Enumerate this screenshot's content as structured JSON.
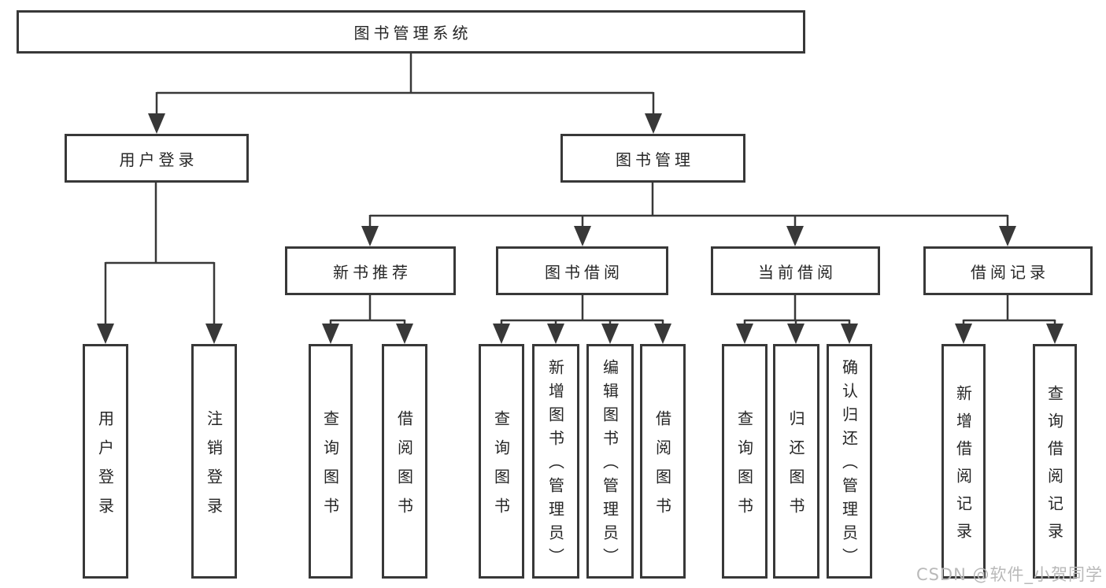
{
  "colors": {
    "line": "#383838",
    "text": "#262626",
    "box_background": "#ffffff",
    "watermark": "#b9b9b9"
  },
  "diagram": {
    "root": {
      "label": "图书管理系统"
    },
    "branches": [
      {
        "label": "用户登录",
        "children": [
          {
            "label": "用户登录"
          },
          {
            "label": "注销登录"
          }
        ]
      },
      {
        "label": "图书管理",
        "children": [
          {
            "label": "新书推荐",
            "children": [
              {
                "label": "查询图书"
              },
              {
                "label": "借阅图书"
              }
            ]
          },
          {
            "label": "图书借阅",
            "children": [
              {
                "label": "查询图书"
              },
              {
                "label": "新增图书（管理员）"
              },
              {
                "label": "编辑图书（管理员）"
              },
              {
                "label": "借阅图书"
              }
            ]
          },
          {
            "label": "当前借阅",
            "children": [
              {
                "label": "查询图书"
              },
              {
                "label": "归还图书"
              },
              {
                "label": "确认归还（管理员）"
              }
            ]
          },
          {
            "label": "借阅记录",
            "children": [
              {
                "label": "新增借阅记录"
              },
              {
                "label": "查询借阅记录"
              }
            ]
          }
        ]
      }
    ]
  },
  "watermark": {
    "text": "CSDN @软件_小贺同学"
  }
}
